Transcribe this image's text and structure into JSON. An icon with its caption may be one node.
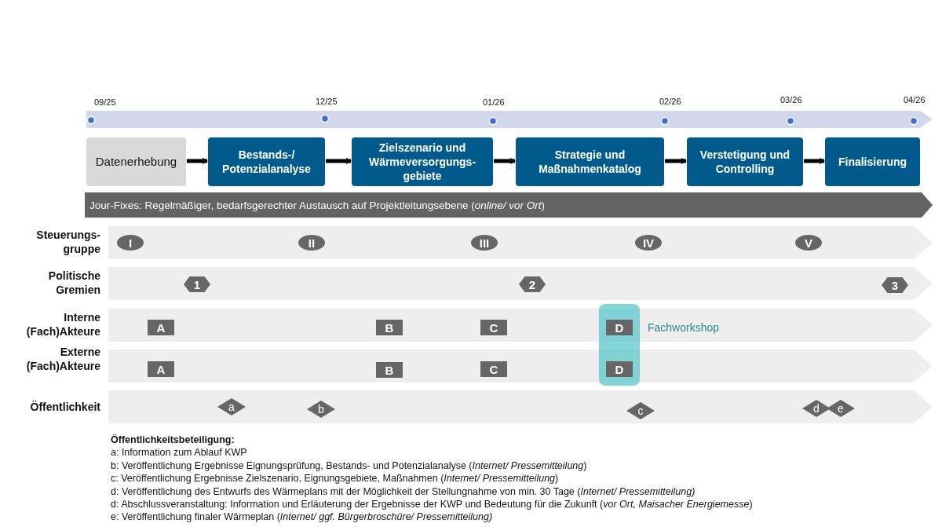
{
  "diagram": {
    "nodes": [
      {
        "text": [
          "Datenerhebung"
        ]
      },
      {
        "text": [
          "Bestands-/ Potenzialanalyse"
        ]
      },
      {
        "text": [
          "Zielszenario und Wärmeversorgungs- gebiete"
        ]
      },
      {
        "text": [
          "Strategie und Maßnahmenkatalog"
        ]
      },
      {
        "text": [
          "Verstetigung und Controlling"
        ]
      },
      {
        "text": [
          "Finalisierung"
        ]
      },
      {
        "text": [
          "Jour-Fixes: Regelmäßiger, bedarfsgerechter Austausch auf Projektleitungsebene (*online/ vor Ort*)"
        ]
      },
      {
        "text": [
          "Steuerungs- gruppe"
        ]
      },
      {
        "text": [
          "I"
        ],
        "in": 7
      },
      {
        "text": [
          "II"
        ],
        "in": 7
      },
      {
        "text": [
          "III"
        ],
        "in": 7
      },
      {
        "text": [
          "IV"
        ],
        "in": 7
      },
      {
        "text": [
          "V"
        ],
        "in": 7
      },
      {
        "text": [
          "Politische Gremien"
        ]
      },
      {
        "text": [
          "1"
        ],
        "in": 13
      },
      {
        "text": [
          "2"
        ],
        "in": 13
      },
      {
        "text": [
          "3"
        ],
        "in": 13
      },
      {
        "text": [
          "Interne (Fach)Akteure"
        ]
      },
      {
        "text": [
          "A"
        ],
        "in": 17
      },
      {
        "text": [
          "B"
        ],
        "in": 17
      },
      {
        "text": [
          "C"
        ],
        "in": 17
      },
      {
        "text": [
          "D"
        ]
      },
      {
        "text": [
          "Externe (Fach)Akteure"
        ]
      },
      {
        "text": [
          "A"
        ],
        "in": 22
      },
      {
        "text": [
          "B"
        ],
        "in": 22
      },
      {
        "text": [
          "C"
        ],
        "in": 22
      },
      {
        "text": [
          "D"
        ]
      },
      {
        "text": [
          "Öffentlichkeit"
        ]
      },
      {
        "text": [
          "a"
        ],
        "in": 27
      },
      {
        "text": [
          "b"
        ],
        "in": 27
      },
      {
        "text": [
          "c"
        ],
        "in": 27
      },
      {
        "text": [
          "d"
        ],
        "in": 27
      },
      {
        "text": [
          "e"
        ],
        "in": 27
      },
      {
        "text": [],
        "shape": "box",
        "beside": [
          "Fachworkshop"
        ]
      }
    ],
    "edges": [
      {
        "from": 0,
        "to": 1,
        "arrow": "to"
      },
      {
        "from": 1,
        "to": 2,
        "arrow": "to"
      },
      {
        "from": 2,
        "to": 3,
        "arrow": "to"
      },
      {
        "from": 3,
        "to": 4,
        "arrow": "to"
      },
      {
        "from": 4,
        "to": 5,
        "arrow": "to"
      }
    ],
    "labels": [
      "09/25",
      "12/25",
      "01/26",
      "02/26",
      "03/26",
      "04/26",
      "Öffentlichkeitsbeteiligung:",
      "a: Information zum Ablauf KWP",
      "b: Veröffentlichung Ergebnisse Eignungsprüfung, Bestands- und Potenzialanalyse (*Internet/ Pressemitteilung*)",
      "c: Veröffentlichung Ergebnisse Zielszenario, Eignungsgebiete, Maßnahmen (*Internet/ Pressemitteilung*)",
      "d: Veröffentlichung des Entwurfs des Wärmeplans mit der Möglichkeit der Stellungnahme von min. 30 Tage (*Internet/ Pressemitteilung)*",
      "d: Abschlussveranstaltung: Information und Erläuterung der Ergebnisse der KWP und Bedeutung für die Zukunft  (*vor Ort, Maisacher Energiemesse*)",
      "e: Veröffentlichung finaler Wärmeplan (*Internet/ ggf. Bürgerbroschüre/ Pressemitteilung)*"
    ]
  }
}
